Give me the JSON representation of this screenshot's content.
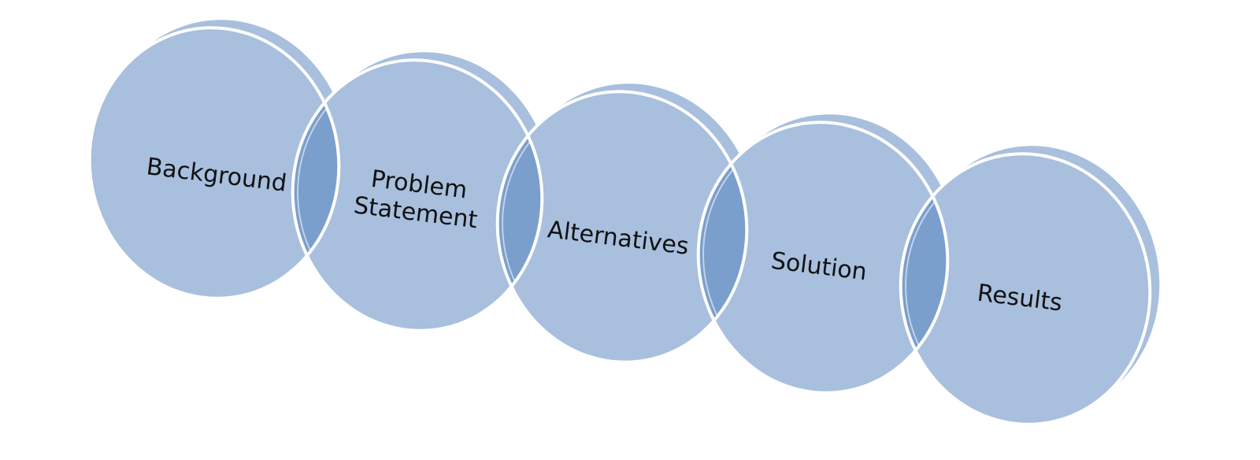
{
  "diagram": {
    "steps": [
      {
        "lines": [
          "Background"
        ]
      },
      {
        "lines": [
          "Problem",
          "Statement"
        ]
      },
      {
        "lines": [
          "Alternatives"
        ]
      },
      {
        "lines": [
          "Solution"
        ]
      },
      {
        "lines": [
          "Results"
        ]
      }
    ],
    "colors": {
      "fill": "#a8bfdd",
      "overlap": "#7a9fcd",
      "outline": "#ffffff",
      "text": "#111111"
    }
  }
}
